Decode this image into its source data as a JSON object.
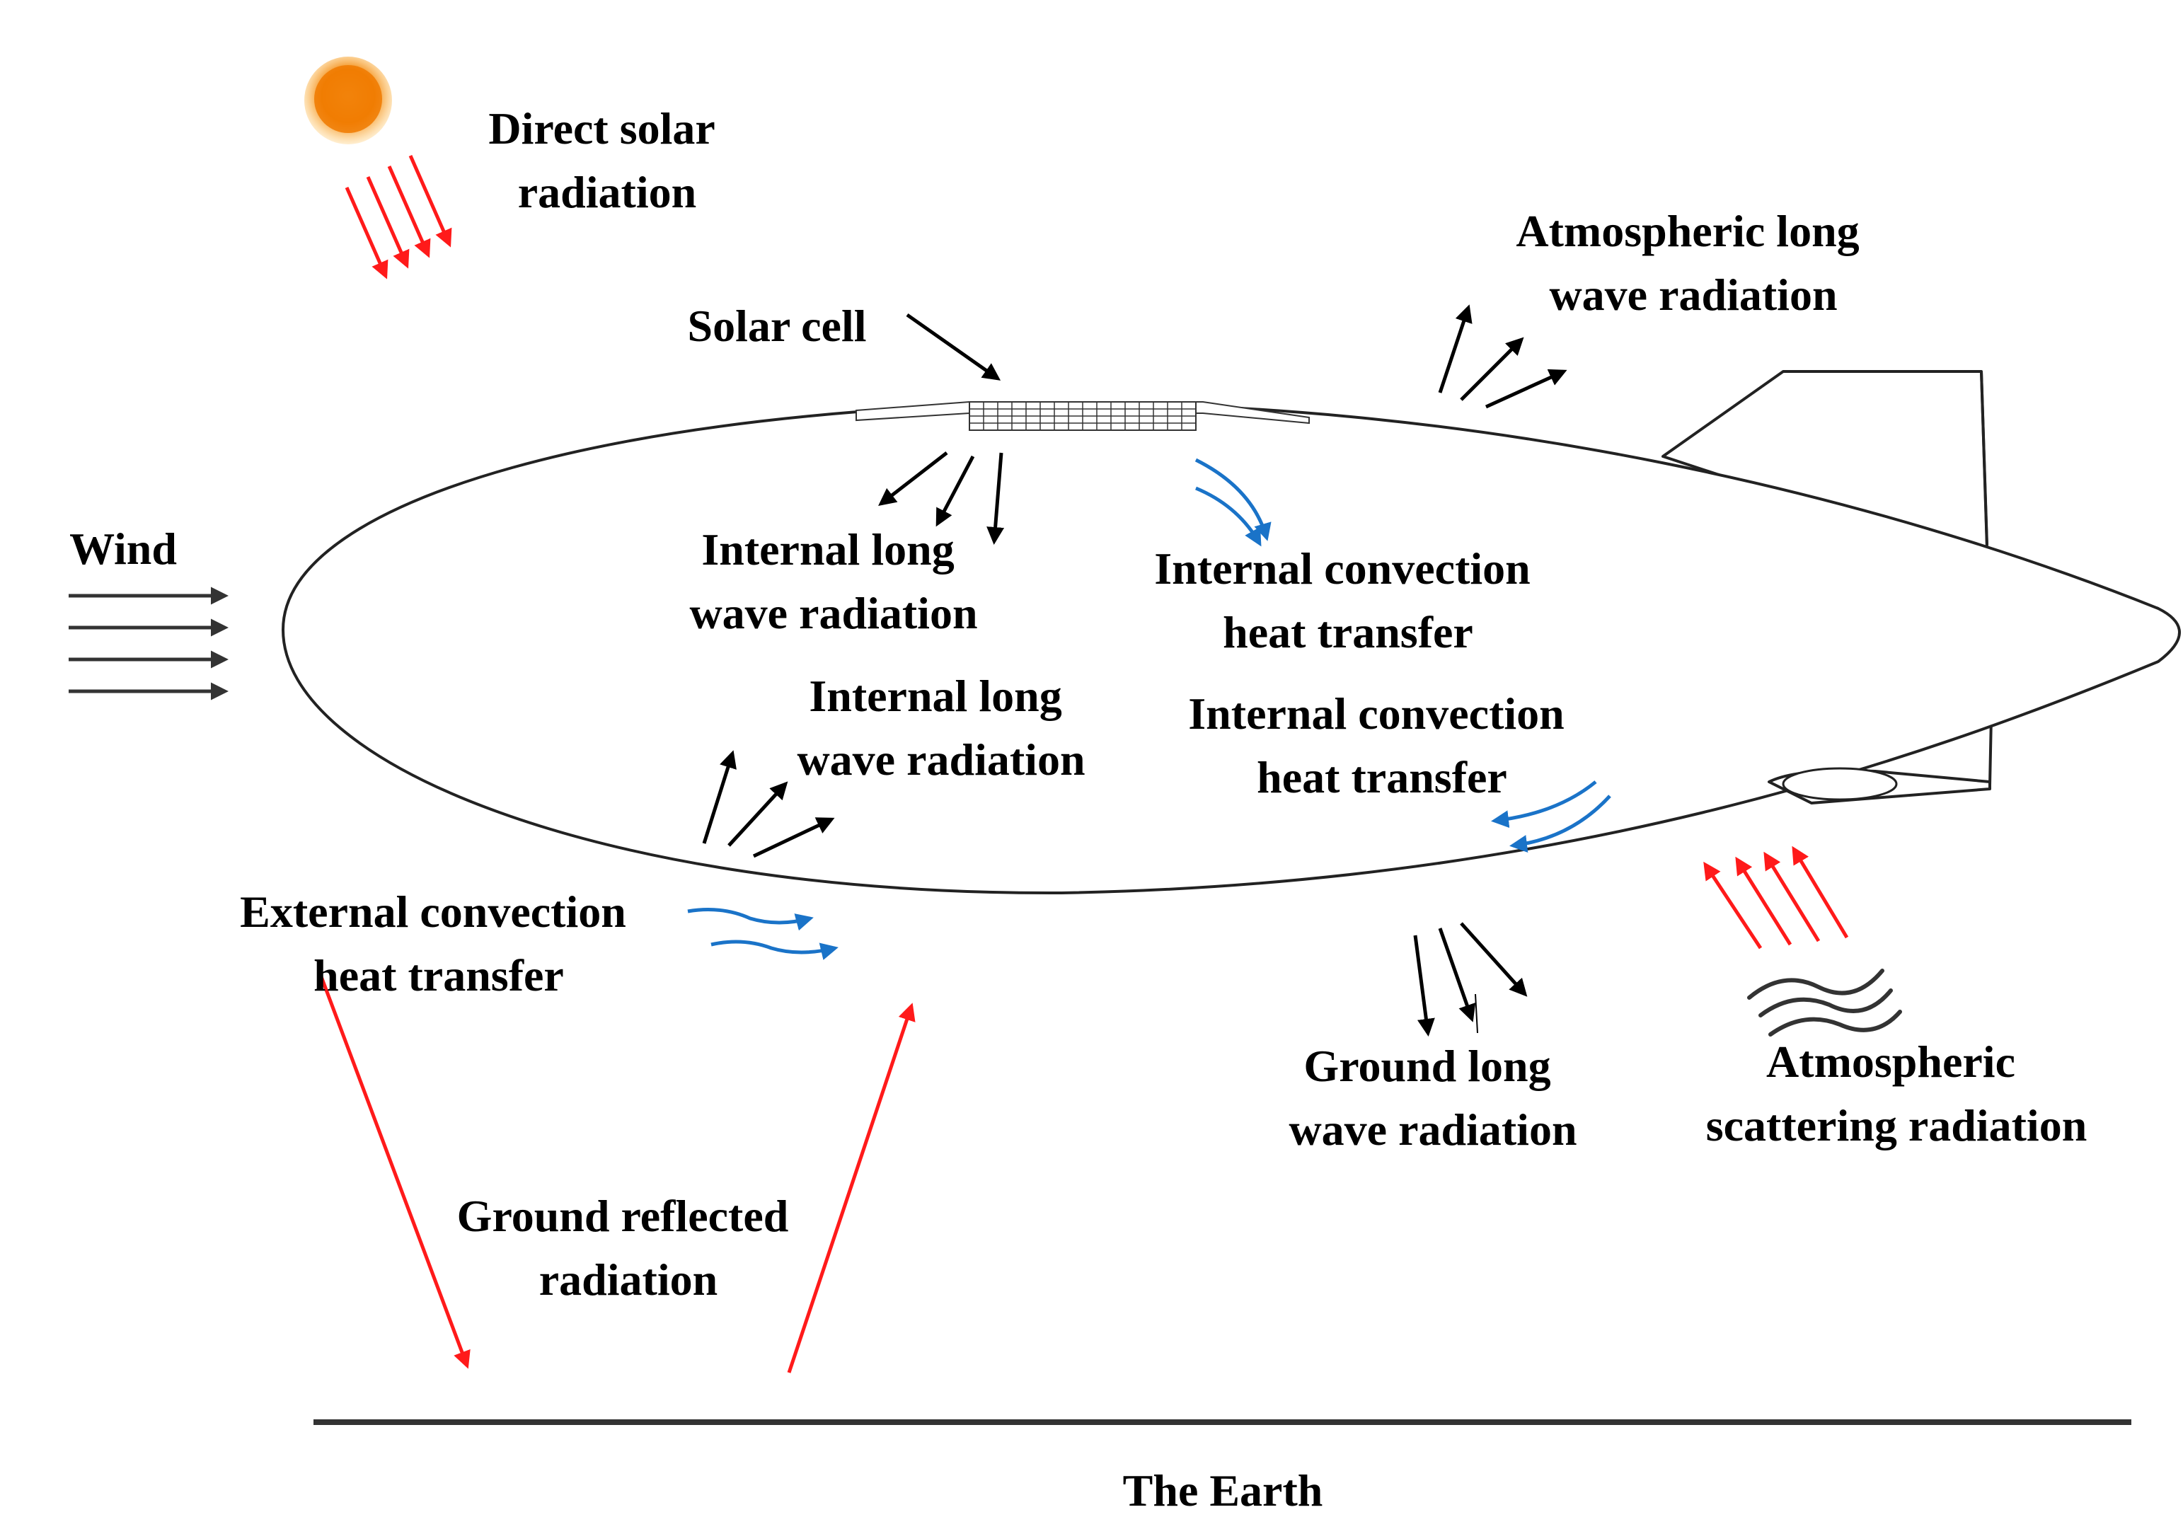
{
  "labels": {
    "direct_solar": [
      "Direct solar",
      "radiation"
    ],
    "solar_cell": [
      "Solar cell"
    ],
    "atmospheric_long_wave": [
      "Atmospheric long",
      "wave radiation"
    ],
    "wind": [
      "Wind"
    ],
    "internal_long_wave_top": [
      "Internal long",
      "wave radiation"
    ],
    "internal_convection_top": [
      "Internal convection",
      "heat transfer"
    ],
    "internal_long_wave_bottom": [
      "Internal long",
      "wave radiation"
    ],
    "internal_convection_bottom": [
      "Internal convection",
      "heat transfer"
    ],
    "external_convection": [
      "External convection",
      "heat transfer"
    ],
    "ground_long_wave": [
      "Ground long",
      "wave radiation"
    ],
    "atmospheric_scattering": [
      "Atmospheric",
      "scattering radiation"
    ],
    "ground_reflected": [
      "Ground reflected",
      "radiation"
    ],
    "earth": [
      "The Earth"
    ]
  },
  "colors": {
    "text": "#000000",
    "solar_arrows": "#ff1a1a",
    "convection_arrows": "#1a73c8",
    "long_wave_arrows": "#000000",
    "wind_arrows": "#333333",
    "sun_core": "#f07a00",
    "sun_glow": "#ffc45c"
  },
  "icons": {
    "sun": "sun-icon",
    "wave": "wave-icon"
  }
}
